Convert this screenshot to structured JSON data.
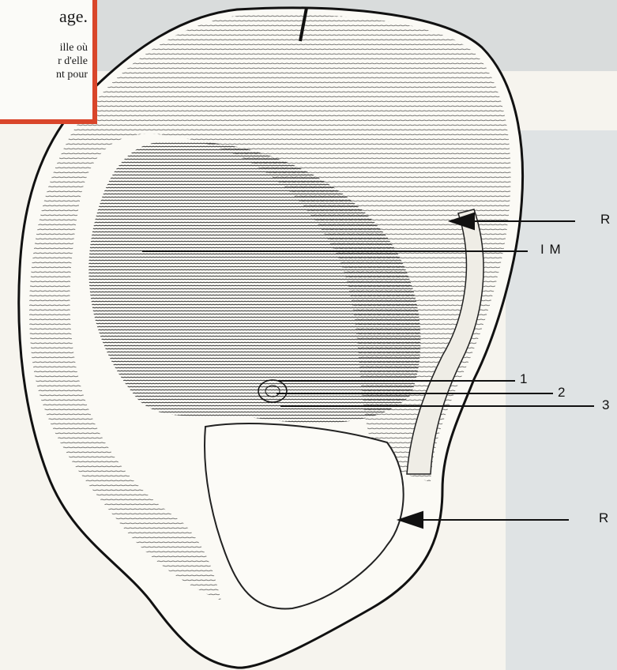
{
  "caption": {
    "lines": [
      "age.",
      "ille où",
      "r d'elle",
      "nt pour"
    ]
  },
  "labels": {
    "R_top": "R",
    "IM": "I M",
    "one": "1",
    "two": "2",
    "three": "3",
    "R_bottom": "R"
  },
  "colors": {
    "accent_border": "#d9452a",
    "ink": "#111111"
  }
}
